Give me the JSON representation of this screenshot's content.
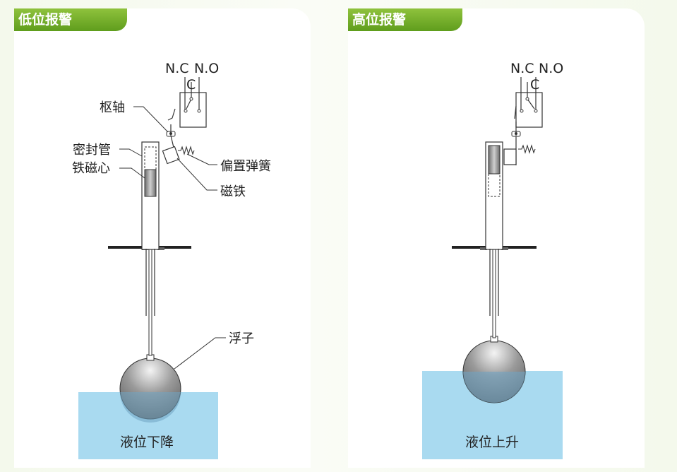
{
  "panels": [
    {
      "title": "低位报警",
      "switch_labels": {
        "nc": "N.C",
        "no": "N.O",
        "c": "C"
      },
      "callouts": {
        "pivot": "枢轴",
        "sealed_tube": "密封管",
        "iron_core": "铁磁心",
        "bias_spring": "偏置弹簧",
        "magnet": "磁铁",
        "float": "浮子"
      },
      "liquid_label": "液位下降"
    },
    {
      "title": "高位报警",
      "switch_labels": {
        "nc": "N.C",
        "no": "N.O",
        "c": "C"
      },
      "liquid_label": "液位上升"
    }
  ],
  "colors": {
    "title_green": "#6aa72a",
    "liquid": "#a9daf0",
    "line": "#333333"
  }
}
